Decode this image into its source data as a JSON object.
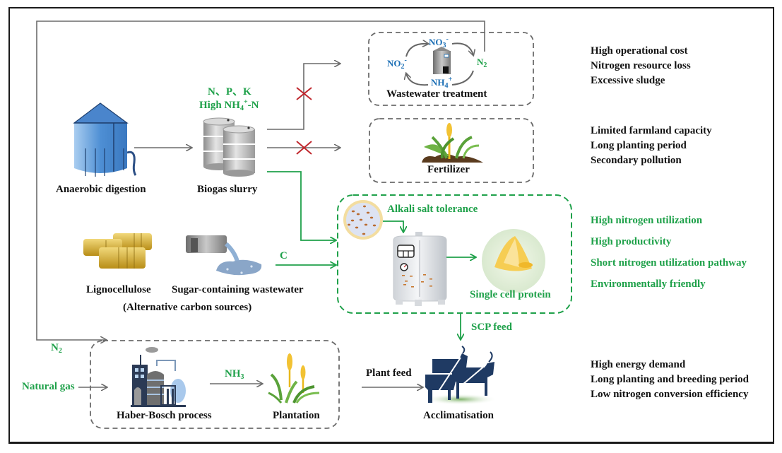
{
  "colors": {
    "grey_flow": "#6b6b6b",
    "green_flow": "#1fa14a",
    "blocked_cross": "#c0272d",
    "ion_blue": "#1c6fb5",
    "cow_navy": "#1f3a63"
  },
  "nodes": {
    "anaerobic_digestion": "Anaerobic digestion",
    "biogas_slurry": "Biogas slurry",
    "slurry_nutrients_line1": "N、P、K",
    "slurry_nutrients_line2_pre": "High NH",
    "slurry_nutrients_sub": "4",
    "slurry_nutrients_sup": "+",
    "slurry_nutrients_post": "-N",
    "wastewater_treatment": "Wastewater treatment",
    "fertilizer": "Fertilizer",
    "alkali_salt_tolerance": "Alkali salt tolerance",
    "single_cell_protein": "Single cell protein",
    "lignocellulose": "Lignocellulose",
    "sugar_wastewater": "Sugar-containing wastewater",
    "alt_carbon": "(Alternative carbon sources)",
    "carbon_label": "C",
    "scp_feed": "SCP feed",
    "n2_label": "N",
    "n2_sub": "2",
    "natural_gas": "Natural gas",
    "haber_bosch": "Haber-Bosch process",
    "nh3_label": "NH",
    "nh3_sub": "3",
    "plantation": "Plantation",
    "plant_feed": "Plant feed",
    "acclimatisation": "Acclimatisation"
  },
  "nitrogen_cycle": {
    "no3": "NO",
    "no3_sub": "3",
    "no3_sup": "-",
    "no2": "NO",
    "no2_sub": "2",
    "no2_sup": "-",
    "nh4": "NH",
    "nh4_sub": "4",
    "nh4_sup": "+",
    "n2": "N",
    "n2_sub": "2"
  },
  "drawbacks_wastewater": [
    "High operational cost",
    "Nitrogen resource loss",
    "Excessive sludge"
  ],
  "drawbacks_fertilizer": [
    "Limited farmland capacity",
    "Long planting period",
    "Secondary pollution"
  ],
  "advantages_scp": [
    "High nitrogen utilization",
    "High productivity",
    "Short nitrogen utilization pathway",
    "Environmentally friendly"
  ],
  "drawbacks_traditional": [
    "High energy demand",
    "Long planting and breeding period",
    "Low nitrogen conversion efficiency"
  ]
}
